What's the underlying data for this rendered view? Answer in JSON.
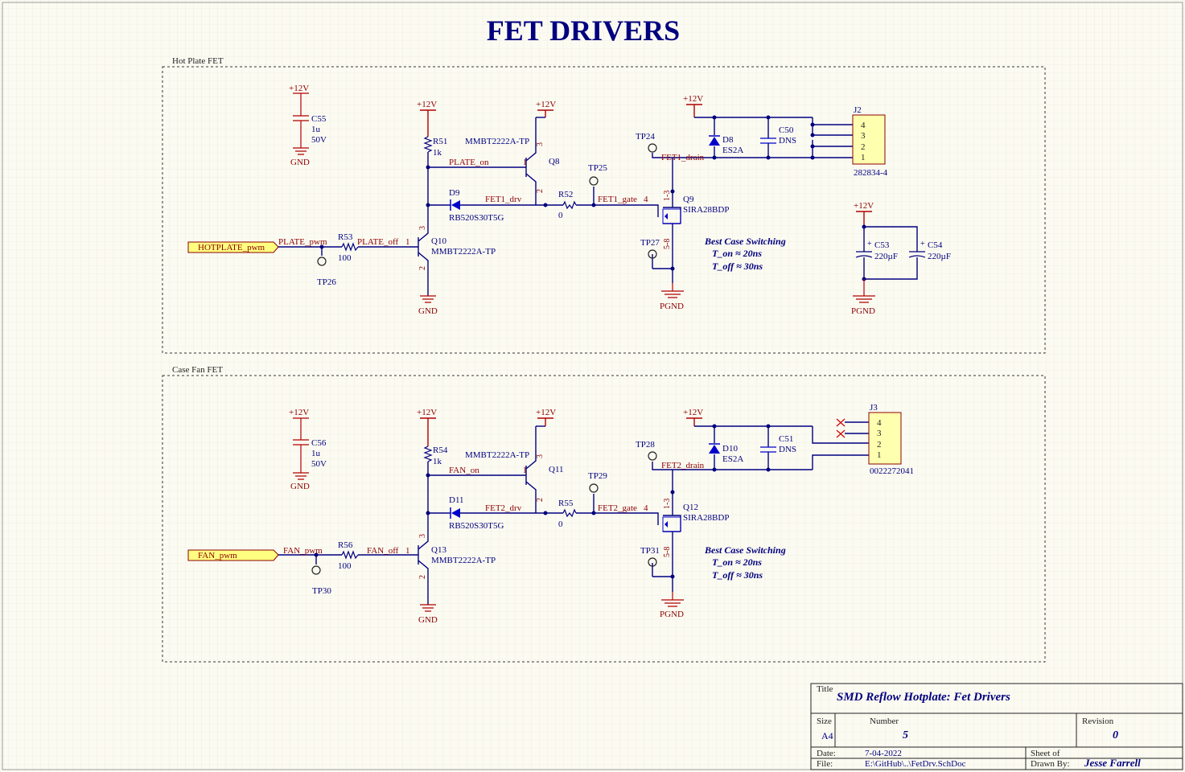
{
  "title": "FET DRIVERS",
  "sections": [
    {
      "name": "Hot Plate FET",
      "port": "HOTPLATE_pwm",
      "net_pwm": "PLATE_pwm",
      "net_off": "PLATE_off",
      "net_on": "PLATE_on",
      "net_drv": "FET1_drv",
      "net_gate": "FET1_gate",
      "net_drain": "FET1_drain",
      "r_in": "R53",
      "r_in_val": "100",
      "r_pull": "R51",
      "r_pull_val": "1k",
      "r_gate": "R52",
      "r_gate_val": "0",
      "q_in": "Q10",
      "q_in_part": "MMBT2222A-TP",
      "q_hi": "Q8",
      "q_hi_part": "MMBT2222A-TP",
      "q_fet": "Q9",
      "q_fet_part": "SIRA28BDP",
      "d_drv": "D9",
      "d_drv_part": "RB520S30T5G",
      "d_fly": "D8",
      "d_fly_part": "ES2A",
      "c_dec": "C55",
      "c_dec_val": "1u",
      "c_dec_v": "50V",
      "c_snub": "C50",
      "c_snub_val": "DNS",
      "tp_pwm": "TP26",
      "tp_gate": "TP25",
      "tp_drain": "TP24",
      "tp_src": "TP27",
      "conn": "J2",
      "conn_part": "282834-4",
      "pins": [
        "4",
        "3",
        "2",
        "1"
      ]
    },
    {
      "name": "Case Fan FET",
      "port": "FAN_pwm",
      "net_pwm": "FAN_pwm",
      "net_off": "FAN_off",
      "net_on": "FAN_on",
      "net_drv": "FET2_drv",
      "net_gate": "FET2_gate",
      "net_drain": "FET2_drain",
      "r_in": "R56",
      "r_in_val": "100",
      "r_pull": "R54",
      "r_pull_val": "1k",
      "r_gate": "R55",
      "r_gate_val": "0",
      "q_in": "Q13",
      "q_in_part": "MMBT2222A-TP",
      "q_hi": "Q11",
      "q_hi_part": "MMBT2222A-TP",
      "q_fet": "Q12",
      "q_fet_part": "SIRA28BDP",
      "d_drv": "D11",
      "d_drv_part": "RB520S30T5G",
      "d_fly": "D10",
      "d_fly_part": "ES2A",
      "c_dec": "C56",
      "c_dec_val": "1u",
      "c_dec_v": "50V",
      "c_snub": "C51",
      "c_snub_val": "DNS",
      "tp_pwm": "TP30",
      "tp_gate": "TP29",
      "tp_drain": "TP28",
      "tp_src": "TP31",
      "conn": "J3",
      "conn_part": "0022272041",
      "pins": [
        "4",
        "3",
        "2",
        "1"
      ]
    }
  ],
  "bulk_caps": [
    {
      "ref": "C53",
      "val": "220µF"
    },
    {
      "ref": "C54",
      "val": "220µF"
    }
  ],
  "power": {
    "v12": "+12V",
    "gnd": "GND",
    "pgnd": "PGND"
  },
  "pin_labels": {
    "p1": "1",
    "p2": "2",
    "p3": "3",
    "p4": "4",
    "fet_d": "1-3",
    "fet_s": "5-8"
  },
  "note": {
    "line1": "Best Case Switching",
    "line2": "T_on ≈ 20ns",
    "line3": "T_off ≈ 30ns"
  },
  "titleblock": {
    "title_label": "Title",
    "title": "SMD Reflow Hotplate: Fet Drivers",
    "size_label": "Size",
    "size": "A4",
    "number_label": "Number",
    "number": "5",
    "revision_label": "Revision",
    "revision": "0",
    "date_label": "Date:",
    "date": "7-04-2022",
    "file_label": "File:",
    "file": "E:\\GitHub\\..\\FetDrv.SchDoc",
    "sheet_label": "Sheet  of",
    "drawn_label": "Drawn By:",
    "drawn": "Jesse Farrell"
  },
  "colors": {
    "wire": "#00007f",
    "power": "#b00000",
    "port_fill": "#ffff80",
    "component_fill": "#ffffb0",
    "background": "#fcfbf2"
  }
}
